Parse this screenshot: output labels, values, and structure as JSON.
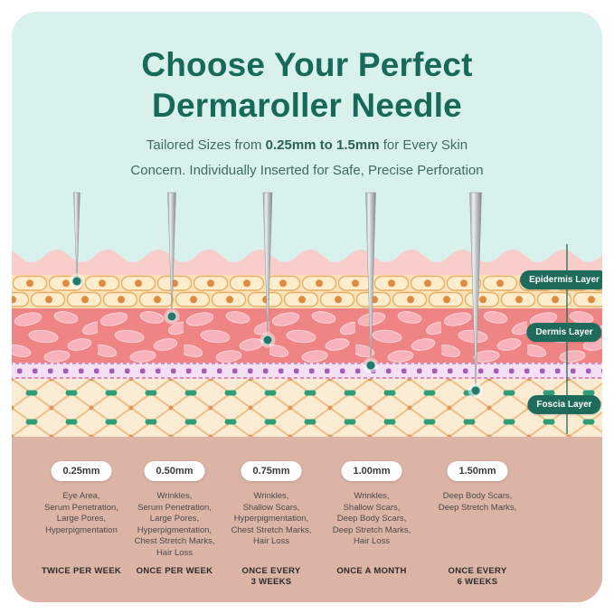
{
  "header": {
    "title_line1": "Choose Your Perfect",
    "title_line2": "Dermaroller Needle",
    "subtitle_line1_pre": "Tailored Sizes from ",
    "subtitle_line1_bold": "0.25mm to 1.5mm",
    "subtitle_line1_post": " for Every Skin",
    "subtitle_line2": "Concern. Individually Inserted for Safe, Precise Perforation"
  },
  "layer_labels": [
    {
      "label": "Epidermis Layer"
    },
    {
      "label": "Dermis Layer"
    },
    {
      "label": "Foscia Layer"
    }
  ],
  "needles": [
    {
      "size": "0.25mm",
      "uses": "Eye Area,\nSerum Penetration,\nLarge Pores,\nHyperpigmentation",
      "frequency": "TWICE PER WEEK"
    },
    {
      "size": "0.50mm",
      "uses": "Wrinkles,\nSerum Penetration,\nLarge Pores,\nHyperpigmentation,\nChest Stretch Marks,\nHair Loss",
      "frequency": "ONCE PER WEEK"
    },
    {
      "size": "0.75mm",
      "uses": "Wrinkles,\nShallow Scars,\nHyperpigmentation,\nChest Stretch Marks,\nHair Loss",
      "frequency": "ONCE EVERY\n3 WEEKS"
    },
    {
      "size": "1.00mm",
      "uses": "Wrinkles,\nShallow Scars,\nDeep Body Scars,\nDeep Stretch Marks,\nHair Loss",
      "frequency": "ONCE A MONTH"
    },
    {
      "size": "1.50mm",
      "uses": "Deep Body Scars,\nDeep Stretch Marks,",
      "frequency": "ONCE EVERY\n6 WEEKS"
    }
  ],
  "colors": {
    "background_mint": "#d9f1ec",
    "title_teal": "#17695a",
    "subtitle_teal": "#3d6c61",
    "layer_pill_teal": "#1e6b5c",
    "epidermis_cream": "#fdedcd",
    "dermis_salmon": "#ef8484",
    "membrane_lavender": "#f4e0f4",
    "fascia_cream": "#f9ecd2",
    "deep_tissue_pink": "#dcb4a6",
    "needle_marker_teal": "#23796b"
  }
}
